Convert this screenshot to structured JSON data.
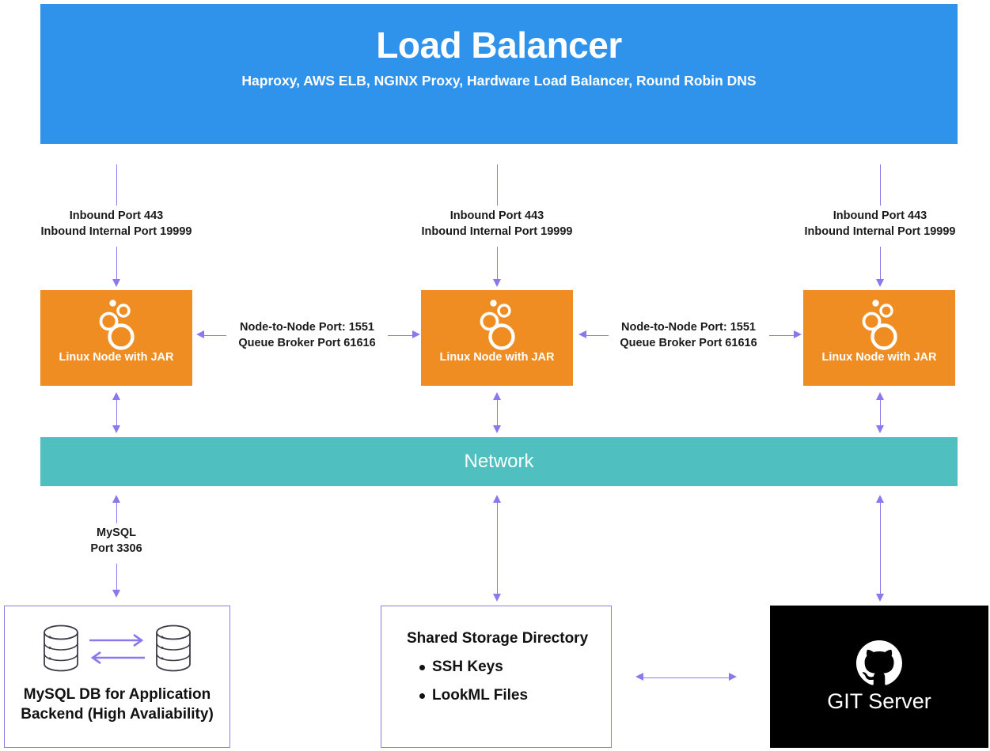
{
  "diagram": {
    "load_balancer": {
      "title": "Load Balancer",
      "subtitle": "Haproxy, AWS ELB, NGINX Proxy,\nHardware Load Balancer, Round Robin DNS"
    },
    "inbound_labels": [
      "Inbound Port 443\nInbound Internal Port 19999",
      "Inbound Port 443\nInbound Internal Port 19999",
      "Inbound Port 443\nInbound Internal Port 19999"
    ],
    "nodes": [
      {
        "label": "Linux Node with JAR",
        "icon": "looker-bubbles-icon"
      },
      {
        "label": "Linux Node with JAR",
        "icon": "looker-bubbles-icon"
      },
      {
        "label": "Linux Node with JAR",
        "icon": "looker-bubbles-icon"
      }
    ],
    "node_to_node_labels": [
      "Node-to-Node Port: 1551\nQueue Broker Port 61616",
      "Node-to-Node Port: 1551\nQueue Broker Port 61616"
    ],
    "network": {
      "label": "Network"
    },
    "mysql_link_label": "MySQL\nPort 3306",
    "database": {
      "caption": "MySQL DB for Application\nBackend (High Avaliability)",
      "icon": "database-cylinder-icon",
      "replication_icon": "bidirectional-arrows-icon"
    },
    "shared_storage": {
      "title": "Shared Storage Directory",
      "items": [
        "SSH Keys",
        "LookML Files"
      ]
    },
    "git_server": {
      "label": "GIT Server",
      "icon": "github-octocat-icon"
    },
    "colors": {
      "load_balancer_blue": "#2f93ec",
      "node_orange": "#ef8d22",
      "network_teal": "#4fbfbf",
      "connector_purple": "#8c78ee",
      "git_black": "#000000",
      "text_dark": "#1a1a1a"
    }
  }
}
